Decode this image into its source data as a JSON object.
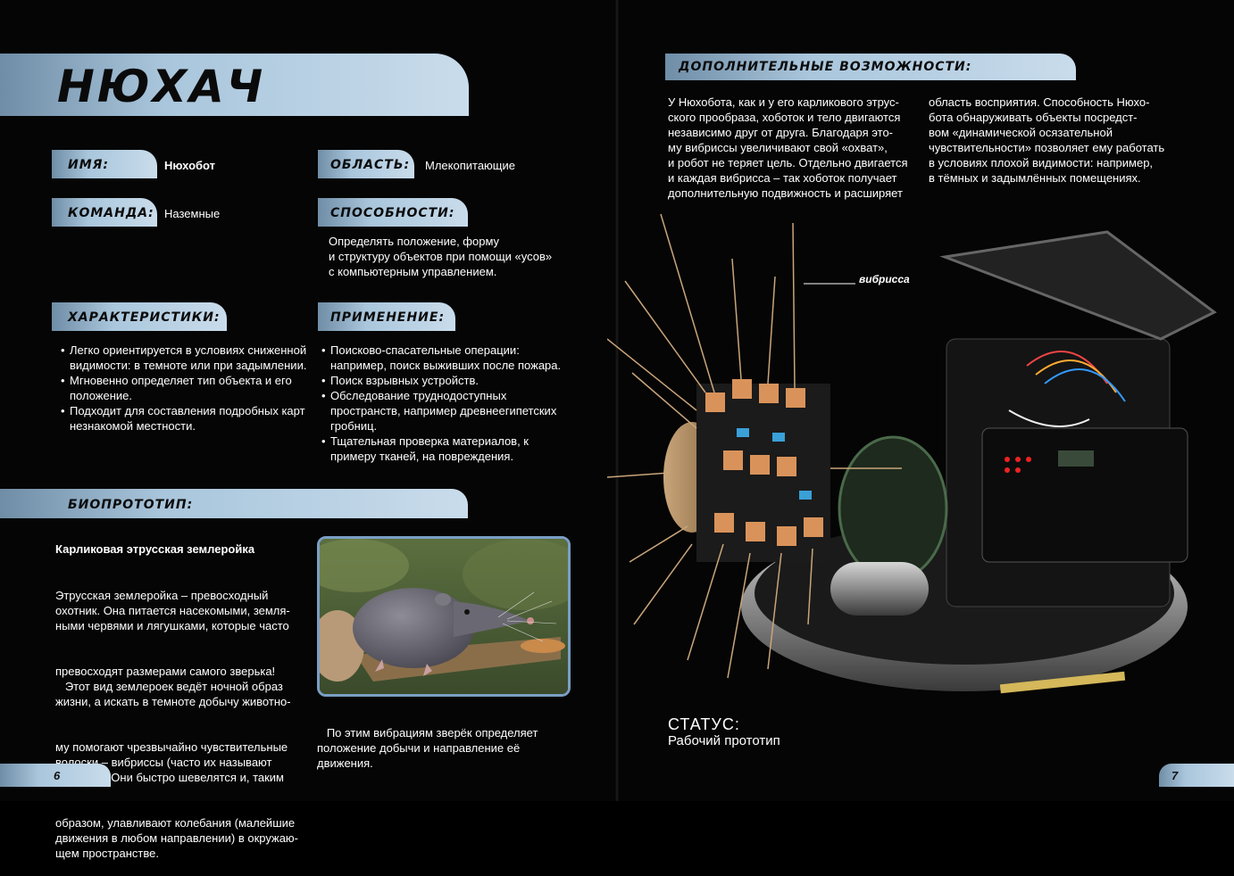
{
  "left": {
    "title": "НЮХАЧ",
    "name_label": "ИМЯ:",
    "name_value": "Нюхобот",
    "team_label": "КОМАНДА:",
    "team_value": "Наземные",
    "area_label": "ОБЛАСТЬ:",
    "area_value": "Млекопитающие",
    "abilities_label": "СПОСОБНОСТИ:",
    "abilities_text": [
      "Определять положение, форму",
      "и структуру объектов при помощи «усов»",
      "с компьютерным управлением."
    ],
    "features_label": "ХАРАКТЕРИСТИКИ:",
    "features": [
      "Легко ориентируется в условиях сниженной видимости: в темноте или при задымлении.",
      "Мгновенно определяет тип объекта и его положение.",
      "Подходит для составления подробных карт незнакомой местности."
    ],
    "usage_label": "ПРИМЕНЕНИЕ:",
    "usage": [
      "Поисково-спасательные операции: например, поиск выживших после пожара.",
      "Поиск взрывных устройств.",
      "Обследование труднодоступных пространств, например древнеегипетских гробниц.",
      "Тщательная проверка материалов, к примеру тканей, на повреждения."
    ],
    "bio_label": "БИОПРОТОТИП:",
    "bio_heading": "Карликовая этрусская землеройка",
    "bio_text": [
      "Этрусская землеройка – превосходный",
      "охотник. Она питается насекомыми, земля-",
      "ными червями и лягушками, которые часто",
      "превосходят размерами самого зверька!",
      "   Этот вид землероек ведёт ночной образ",
      "жизни, а искать в темноте добычу животно-",
      "му помогают чрезвычайно чувствительные",
      "волоски – вибриссы (часто их называют",
      "«усами»). Они быстро шевелятся и, таким",
      "образом, улавливают колебания (малейшие",
      "движения в любом направлении) в окружаю-",
      "щем пространстве."
    ],
    "caption": [
      "   По этим вибрациям зверёк определяет",
      "положение добычи и направление её",
      "движения."
    ],
    "page_number": "6"
  },
  "right": {
    "extra_label": "ДОПОЛНИТЕЛЬНЫЕ ВОЗМОЖНОСТИ:",
    "col1": [
      "У Нюхобота, как и у его карликового этрус-",
      "ского прообраза, хоботок и тело двигаются",
      "независимо друг от друга. Благодаря это-",
      "му вибриссы увеличивают свой «охват»,",
      "и робот не теряет цель. Отдельно двигается",
      "и каждая вибрисса – так хоботок получает",
      "дополнительную подвижность и расширяет"
    ],
    "col2": [
      "область восприятия. Способность Нюхо-",
      "бота обнаруживать объекты посредст-",
      "вом «динамической осязательной",
      "чувствительности» позволяет ему работать",
      "в условиях плохой видимости: например,",
      "в тёмных и задымлённых помещениях."
    ],
    "vibrissa_label": "вибрисса",
    "status_label": "СТАТУС:",
    "status_value": "Рабочий прототип",
    "page_number": "7"
  },
  "colors": {
    "bar_light": "#c9dceb",
    "bar_dark": "#6f8da6",
    "photo_border": "#7a9fc4"
  }
}
